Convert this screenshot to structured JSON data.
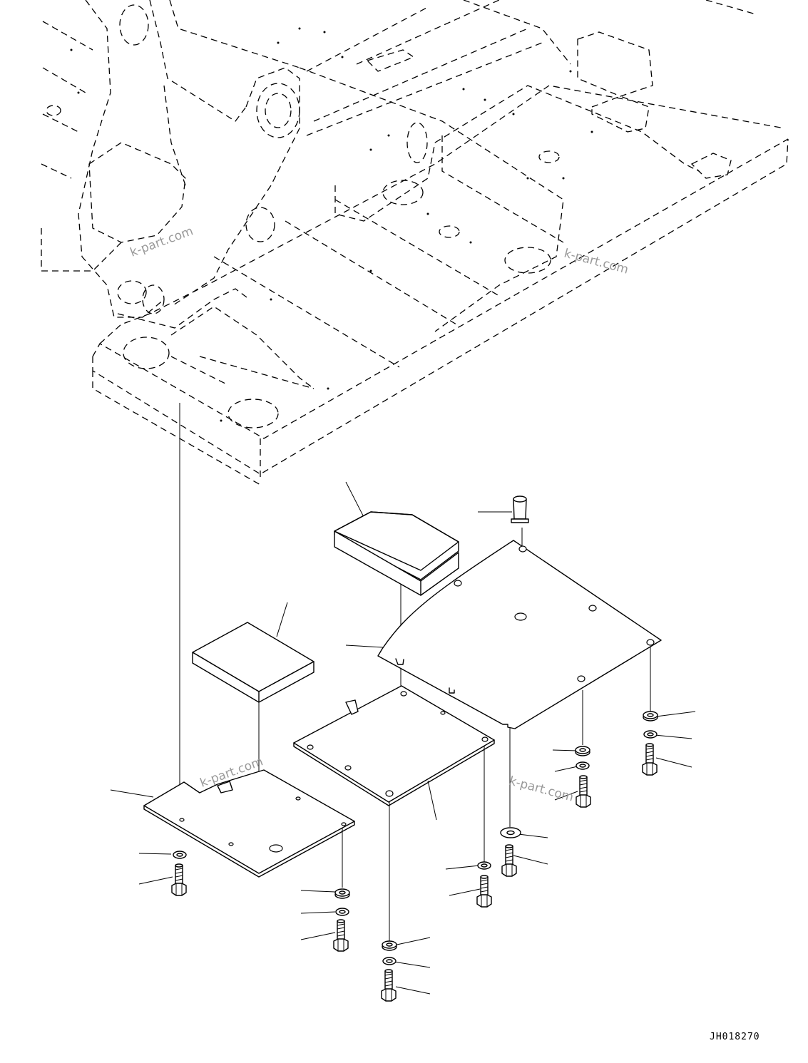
{
  "watermarks": [
    {
      "id": "wm-1",
      "text": "k-part.com"
    },
    {
      "id": "wm-2",
      "text": "k-part.com"
    },
    {
      "id": "wm-3",
      "text": "k-part.com"
    },
    {
      "id": "wm-4",
      "text": "k-part.com"
    }
  ],
  "drawing_code": "JH018270",
  "colors": {
    "line": "#000000",
    "background": "#ffffff",
    "watermark": "#9a9a9a"
  }
}
